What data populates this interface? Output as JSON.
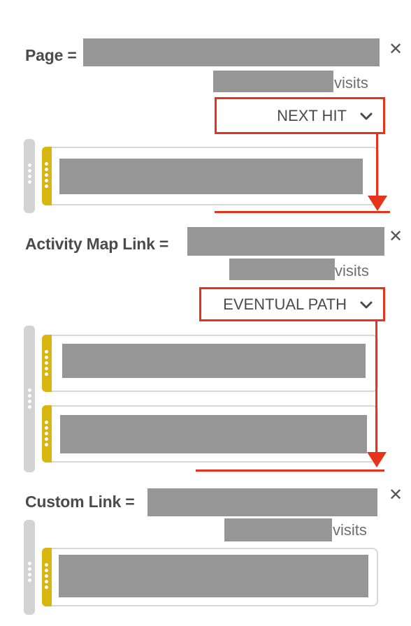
{
  "sections": [
    {
      "label": "Page =",
      "visits_suffix": "visits",
      "dropdown": {
        "value": "NEXT HIT"
      }
    },
    {
      "label": "Activity Map Link =",
      "visits_suffix": "visits",
      "dropdown": {
        "value": "EVENTUAL PATH"
      }
    },
    {
      "label": "Custom Link =",
      "visits_suffix": "visits"
    }
  ],
  "icons": {
    "close": "close-icon",
    "chevron": "chevron-down-icon",
    "grip": "drag-handle-icon"
  },
  "colors": {
    "highlight": "#e8331c",
    "handle": "#d9b50f",
    "redacted": "#969696",
    "rail": "#d3d3d3"
  }
}
